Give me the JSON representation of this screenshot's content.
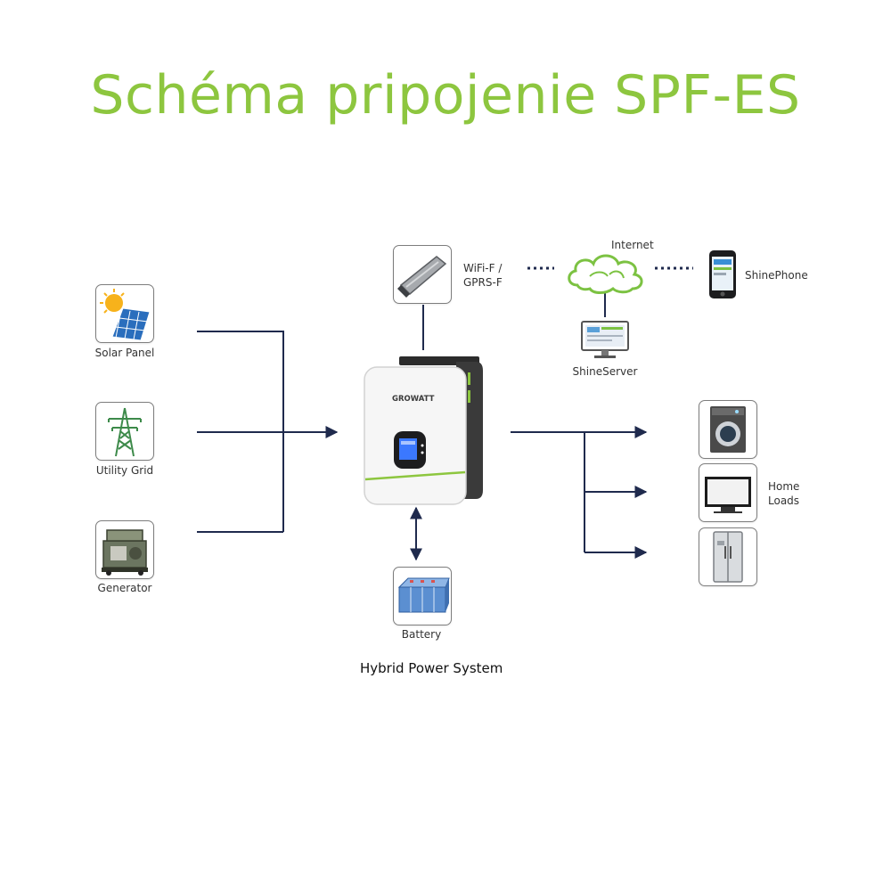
{
  "title": "Schéma pripojenie SPF-ES",
  "sources": {
    "solar": "Solar Panel",
    "grid": "Utility Grid",
    "generator": "Generator"
  },
  "inverter": {
    "brand": "GROWATT"
  },
  "comms": {
    "dongle_line1": "WiFi-F /",
    "dongle_line2": "GPRS-F",
    "internet": "Internet",
    "server": "ShineServer",
    "phone": "ShinePhone"
  },
  "battery": "Battery",
  "loads": {
    "line1": "Home",
    "line2": "Loads"
  },
  "caption": "Hybrid Power System",
  "colors": {
    "title": "#8dc63f",
    "wire": "#1f2a4d",
    "accent": "#7cc242"
  }
}
